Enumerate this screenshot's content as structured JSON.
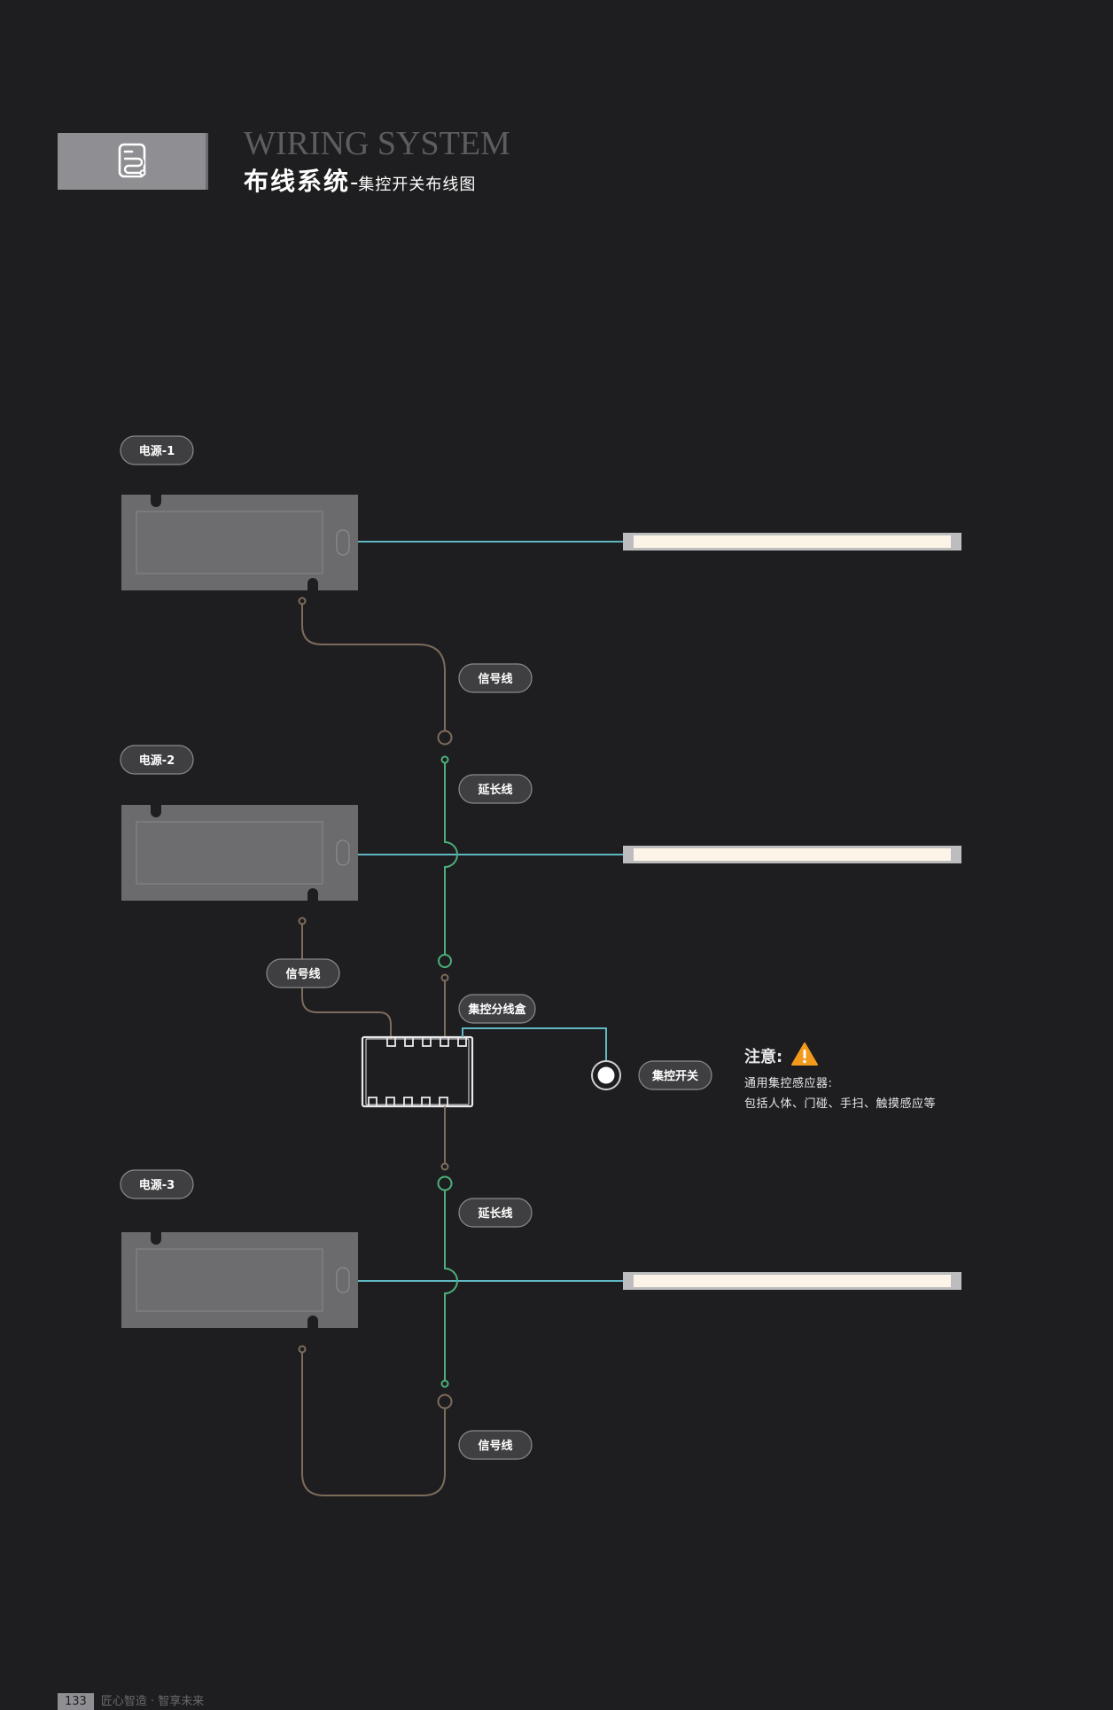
{
  "header": {
    "title_en": "WIRING SYSTEM",
    "title_cn_main": "布线系统",
    "title_cn_dash": "-",
    "title_cn_sub": "集控开关布线图"
  },
  "labels": {
    "power1": "电源-1",
    "power2": "电源-2",
    "power3": "电源-3",
    "signal_wire": "信号线",
    "extension_wire": "延长线",
    "junction_box": "集控分线盒",
    "control_switch": "集控开关"
  },
  "note": {
    "title": "注意:",
    "line1": "通用集控感应器:",
    "line2": "包括人体、门碰、手扫、触摸感应等"
  },
  "footer": {
    "page": "133",
    "text": "匠心智造 · 智享未来"
  },
  "colors": {
    "background": "#1e1e20",
    "power_supply": "#6b6b6e",
    "output_line": "#5fb8c2",
    "extension_line": "#4caf7a",
    "signal_line": "#7d6b5c",
    "led_strip": "#fdf4e8",
    "warning": "#f39a1c"
  },
  "icons": {
    "header": "wiring-doc-icon",
    "warning": "warning-triangle-icon"
  }
}
